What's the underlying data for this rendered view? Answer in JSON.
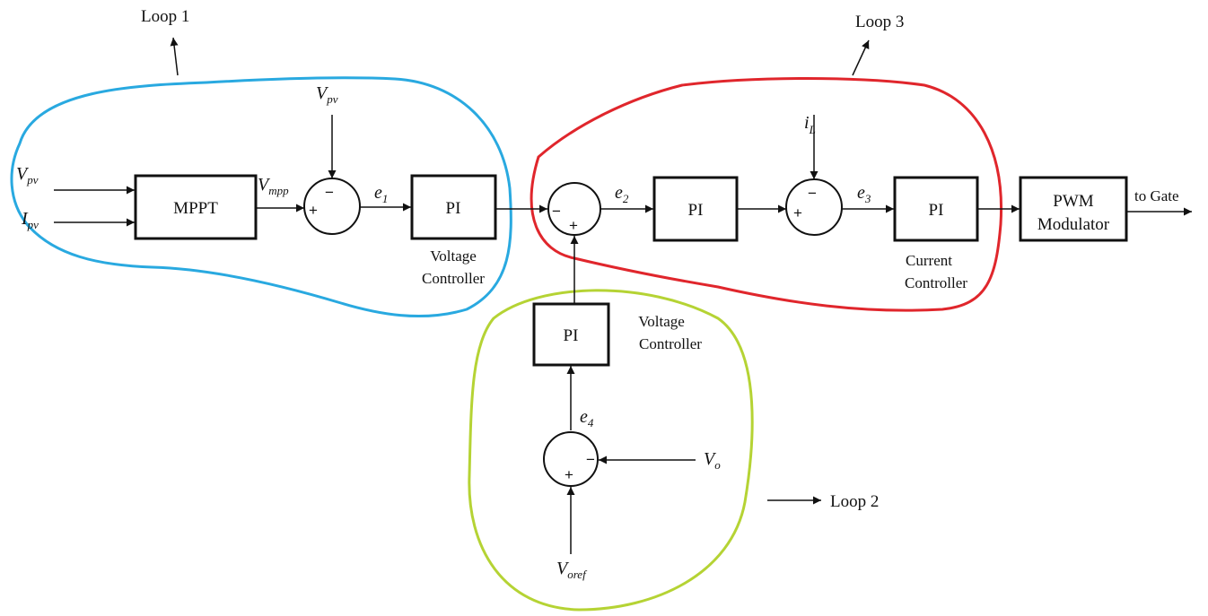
{
  "loops": {
    "loop1": {
      "label": "Loop 1",
      "color": "#29a9e0"
    },
    "loop2": {
      "label": "Loop 2",
      "color": "#b5d334"
    },
    "loop3": {
      "label": "Loop 3",
      "color": "#e0262c"
    }
  },
  "blocks": {
    "mppt": "MPPT",
    "pi1": "PI",
    "pi2": "PI",
    "pi3": "PI",
    "pi4": "PI",
    "pwm_line1": "PWM",
    "pwm_line2": "Modulator"
  },
  "captions": {
    "vc1_line1": "Voltage",
    "vc1_line2": "Controller",
    "vc2_line1": "Voltage",
    "vc2_line2": "Controller",
    "cc_line1": "Current",
    "cc_line2": "Controller"
  },
  "signals": {
    "vpv_in": {
      "main": "V",
      "sub": "pv"
    },
    "ipv_in": {
      "main": "I",
      "sub": "pv"
    },
    "vmpp": {
      "main": "V",
      "sub": "mpp"
    },
    "vpv_top": {
      "main": "V",
      "sub": "pv"
    },
    "e1": {
      "main": "e",
      "sub": "1"
    },
    "e2": {
      "main": "e",
      "sub": "2"
    },
    "e3": {
      "main": "e",
      "sub": "3"
    },
    "e4": {
      "main": "e",
      "sub": "4"
    },
    "il": {
      "main": "i",
      "sub": "L"
    },
    "vo": {
      "main": "V",
      "sub": "o"
    },
    "voref": {
      "main": "V",
      "sub": "oref"
    },
    "to_gate": "to Gate"
  },
  "signs": {
    "plus": "+",
    "minus": "−"
  }
}
